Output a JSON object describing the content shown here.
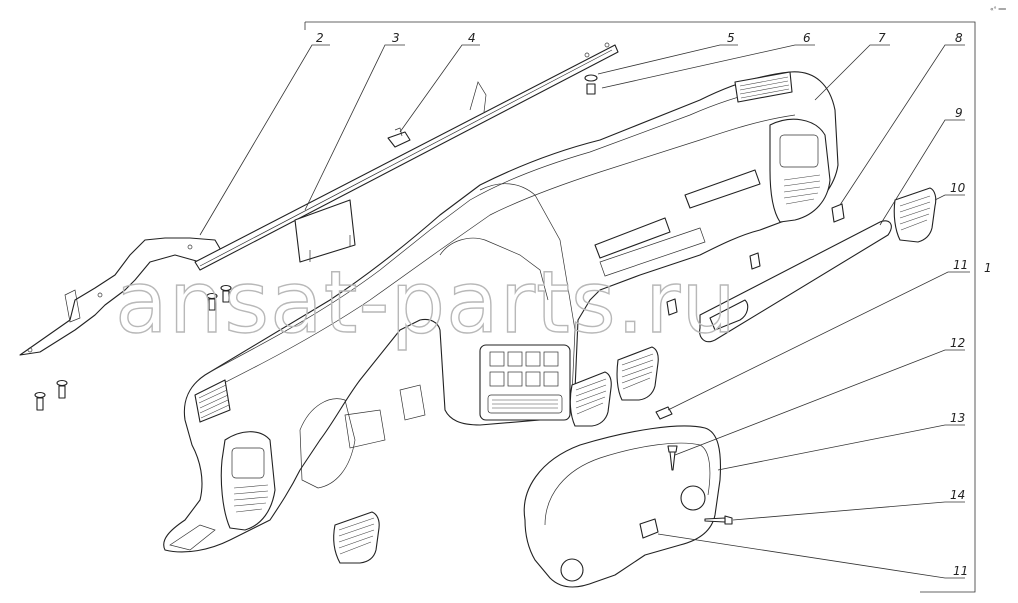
{
  "diagram": {
    "callouts": [
      {
        "id": "2",
        "label": "2"
      },
      {
        "id": "3",
        "label": "3"
      },
      {
        "id": "4",
        "label": "4"
      },
      {
        "id": "5",
        "label": "5"
      },
      {
        "id": "6",
        "label": "6"
      },
      {
        "id": "7",
        "label": "7"
      },
      {
        "id": "8",
        "label": "8"
      },
      {
        "id": "9",
        "label": "9"
      },
      {
        "id": "10",
        "label": "10"
      },
      {
        "id": "11a",
        "label": "11"
      },
      {
        "id": "1",
        "label": "1"
      },
      {
        "id": "12",
        "label": "12"
      },
      {
        "id": "13",
        "label": "13"
      },
      {
        "id": "14",
        "label": "14"
      },
      {
        "id": "11b",
        "label": "11"
      }
    ],
    "watermark": "ansat-parts.ru",
    "corner_mark": "«° ══"
  }
}
